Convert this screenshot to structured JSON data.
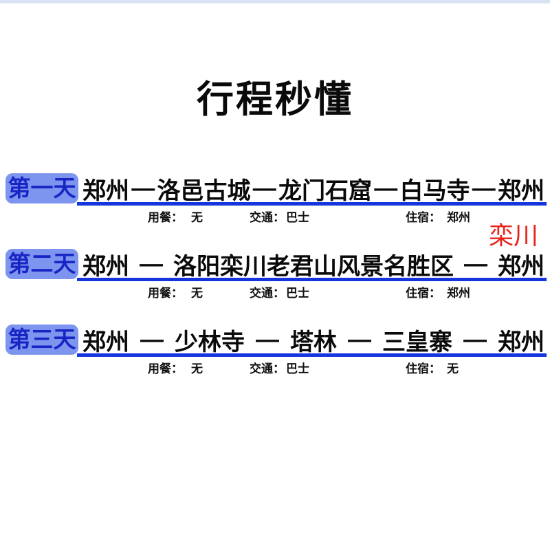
{
  "title": "行程秒懂",
  "separator": "—",
  "labels": {
    "meals": "用餐：",
    "transport": "交通：",
    "lodging": "住宿："
  },
  "annotation": {
    "text": "栾川"
  },
  "colors": {
    "top_strip": "#dae2f6",
    "badge_bg": "#7d95ef",
    "badge_text": "#1824c4",
    "underline_blue": "#1535de",
    "annotation_red": "#e8231b",
    "route_text": "#0a0a0a"
  },
  "days": [
    {
      "badge": "第一天",
      "stops": [
        "郑州",
        "洛邑古城",
        "龙门石窟",
        "白马寺",
        "郑州"
      ],
      "meals": "无",
      "transport": "巴士",
      "lodging": "郑州"
    },
    {
      "badge": "第二天",
      "stops": [
        "郑州",
        "洛阳栾川老君山风景名胜区",
        "郑州"
      ],
      "meals": "无",
      "transport": "巴士",
      "lodging": "郑州"
    },
    {
      "badge": "第三天",
      "stops": [
        "郑州",
        "少林寺",
        "塔林",
        "三皇寨",
        "郑州"
      ],
      "meals": "无",
      "transport": "巴士",
      "lodging": "无"
    }
  ]
}
